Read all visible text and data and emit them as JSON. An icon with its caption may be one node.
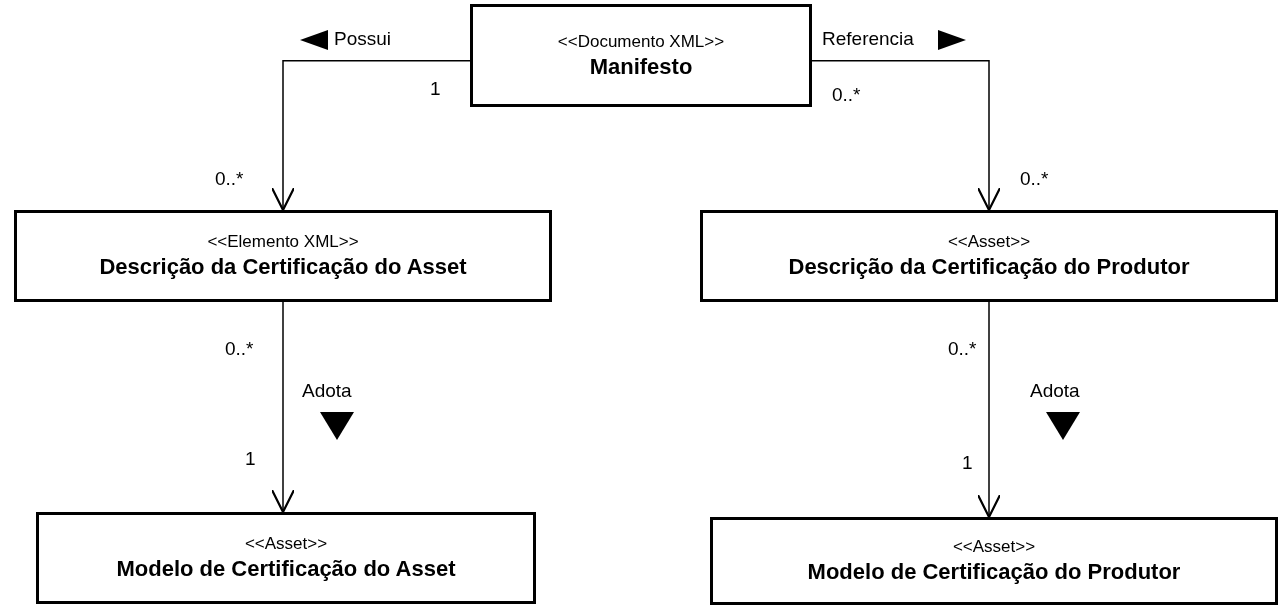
{
  "diagram": {
    "nodes": [
      {
        "text": [
          "<<Documento XML>>",
          "Manifesto"
        ]
      },
      {
        "text": [
          "<<Elemento XML>>",
          "Descrição da Certificação do Asset"
        ]
      },
      {
        "text": [
          "<<Asset>>",
          "Descrição da Certificação do Produtor"
        ]
      },
      {
        "text": [
          "<<Asset>>",
          "Modelo de Certificação do Asset"
        ]
      },
      {
        "text": [
          "<<Asset>>",
          "Modelo de Certificação do Produtor"
        ]
      }
    ],
    "edges": [
      {
        "from": 0,
        "to": 1,
        "arrow": "to",
        "label": "Possui"
      },
      {
        "from": 0,
        "to": 2,
        "arrow": "to",
        "label": "Referencia"
      },
      {
        "from": 1,
        "to": 3,
        "arrow": "to",
        "label": "Adota"
      },
      {
        "from": 2,
        "to": 4,
        "arrow": "to",
        "label": "Adota"
      }
    ],
    "labels": [
      "1",
      "0..*",
      "0..*",
      "0..*",
      "0..*",
      "0..*",
      "1",
      "1"
    ]
  }
}
